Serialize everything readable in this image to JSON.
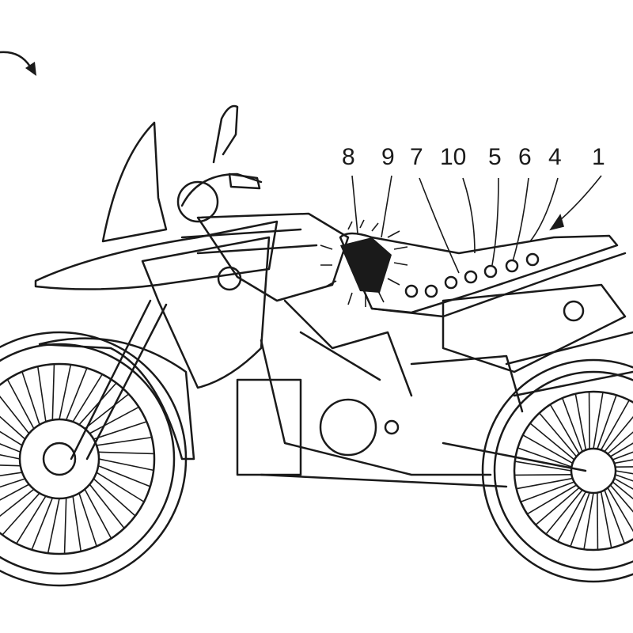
{
  "figure": {
    "reference_numerals": [
      {
        "id": "8",
        "label": "8"
      },
      {
        "id": "9",
        "label": "9"
      },
      {
        "id": "7",
        "label": "7"
      },
      {
        "id": "10",
        "label": "10"
      },
      {
        "id": "5",
        "label": "5"
      },
      {
        "id": "6",
        "label": "6"
      },
      {
        "id": "4",
        "label": "4"
      },
      {
        "id": "1",
        "label": "1"
      }
    ],
    "line_color": "#1a1a1a",
    "background": "#ffffff"
  }
}
